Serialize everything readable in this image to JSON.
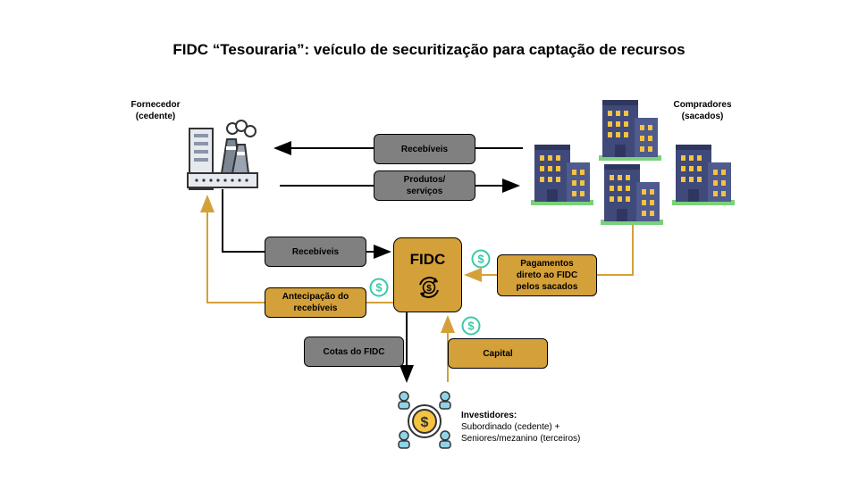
{
  "title": "FIDC “Tesouraria”: veículo de securitização para captação de recursos",
  "fornecedor": {
    "line1": "Fornecedor",
    "line2": "(cedente)"
  },
  "compradores": {
    "line1": "Compradores",
    "line2": "(sacados)"
  },
  "boxes": {
    "recebiveis_top": "Recebíveis",
    "produtos_line1": "Produtos/",
    "produtos_line2": "serviços",
    "recebiveis_mid": "Recebíveis",
    "antecipacao_line1": "Antecipação do",
    "antecipacao_line2": "recebíveis",
    "pagamentos_line1": "Pagamentos",
    "pagamentos_line2": "direto ao FIDC",
    "pagamentos_line3": "pelos sacados",
    "cotas": "Cotas do FIDC",
    "capital": "Capital"
  },
  "fidc": {
    "label": "FIDC"
  },
  "investidores": {
    "heading": "Investidores:",
    "line1": "Subordinado (cedente) +",
    "line2": "Seniores/mezanino (terceiros)"
  },
  "colors": {
    "gray_box": "#808080",
    "gold": "#d4a039",
    "building_body": "#3f4a7a",
    "building_window": "#f5c242",
    "teal_coin": "#3cc8a8"
  }
}
